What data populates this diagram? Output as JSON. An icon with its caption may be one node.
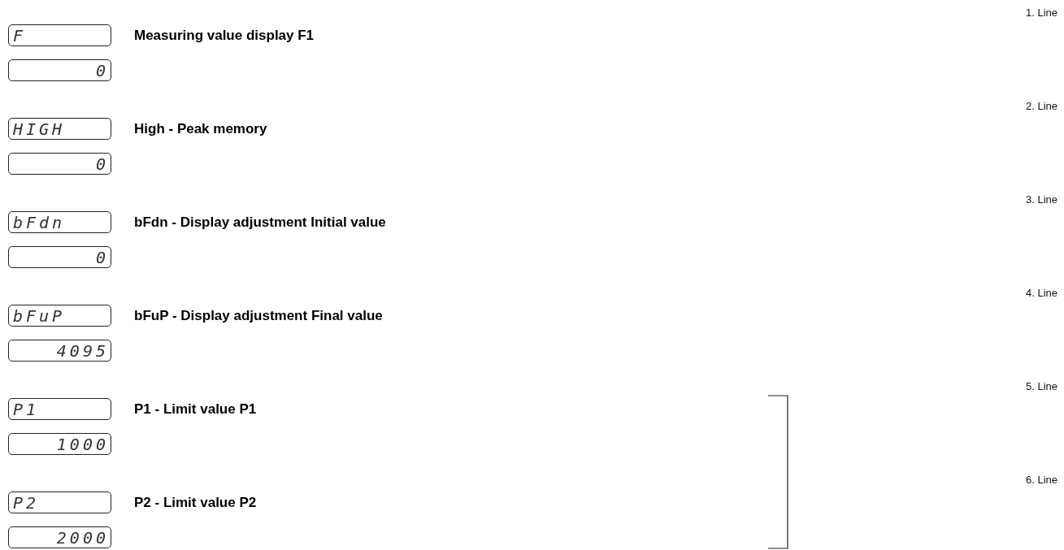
{
  "diagram": {
    "nodes": [
      {
        "text": [
          "F"
        ],
        "beside": [
          "Measuring value display F1"
        ]
      },
      {
        "text": [
          "0"
        ]
      },
      {
        "text": [
          "HIGH"
        ],
        "beside": [
          "High - Peak memory"
        ]
      },
      {
        "text": [
          "0"
        ]
      },
      {
        "text": [
          "bFdn"
        ],
        "beside": [
          "bFdn - Display adjustment Initial value"
        ]
      },
      {
        "text": [
          "0"
        ]
      },
      {
        "text": [
          "bFuP"
        ],
        "beside": [
          "bFuP - Display adjustment Final value"
        ]
      },
      {
        "text": [
          "4095"
        ]
      },
      {
        "text": [
          "P1"
        ],
        "beside": [
          "P1 - Limit value P1"
        ]
      },
      {
        "text": [
          "1000"
        ]
      },
      {
        "text": [
          "P2"
        ],
        "beside": [
          "P2 - Limit value P2"
        ]
      },
      {
        "text": [
          "2000"
        ]
      }
    ],
    "labels": [
      "1. Line",
      "2. Line",
      "3. Line",
      "4. Line",
      "5. Line",
      "6. Line"
    ]
  }
}
